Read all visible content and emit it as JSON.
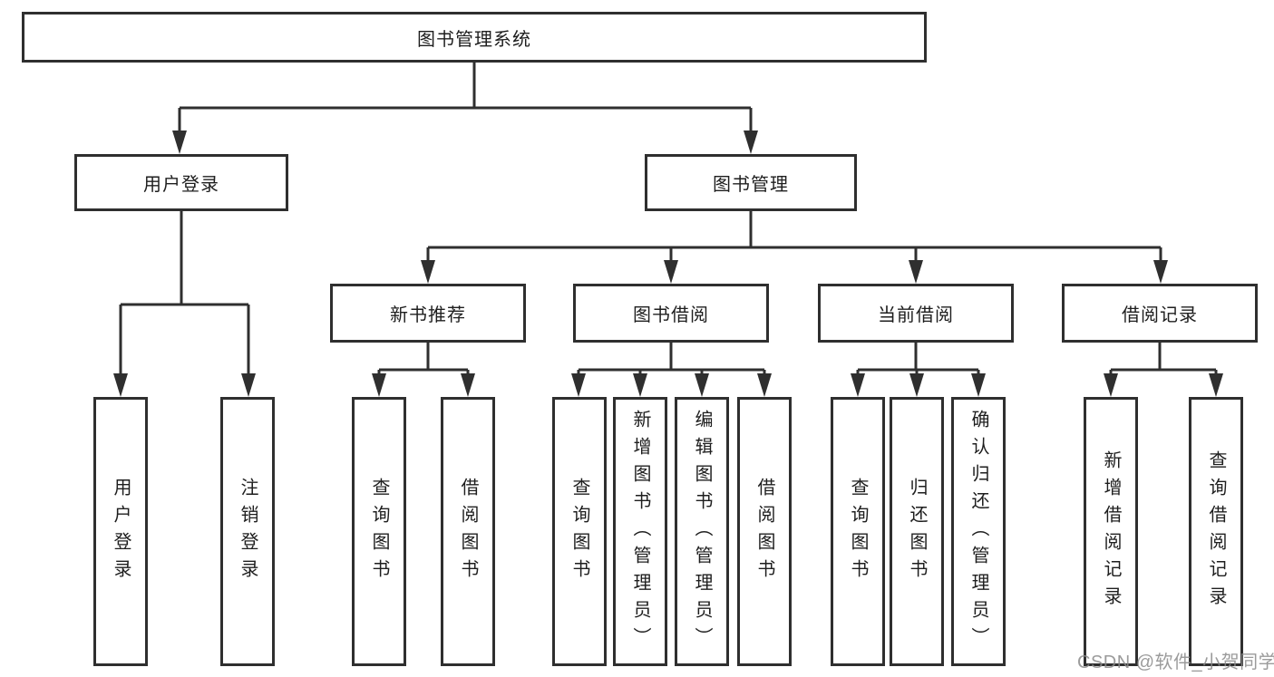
{
  "diagram": {
    "kind": "functional-structure-tree",
    "colors": {
      "background": "#ffffff",
      "box_border": "#2f2f2f",
      "connector_line": "#2f2f2f",
      "text": "#1e1e1e",
      "watermark_text": "#8a8a8a"
    },
    "tree": {
      "root": {
        "label": "图书管理系统",
        "children": [
          {
            "label": "用户登录",
            "children": [
              {
                "label": "用户登录"
              },
              {
                "label": "注销登录"
              }
            ]
          },
          {
            "label": "图书管理",
            "children": [
              {
                "label": "新书推荐",
                "children": [
                  {
                    "label": "查询图书"
                  },
                  {
                    "label": "借阅图书"
                  }
                ]
              },
              {
                "label": "图书借阅",
                "children": [
                  {
                    "label": "查询图书"
                  },
                  {
                    "label": "新增图书（管理员）"
                  },
                  {
                    "label": "编辑图书（管理员）"
                  },
                  {
                    "label": "借阅图书"
                  }
                ]
              },
              {
                "label": "当前借阅",
                "children": [
                  {
                    "label": "查询图书"
                  },
                  {
                    "label": "归还图书"
                  },
                  {
                    "label": "确认归还（管理员）"
                  }
                ]
              },
              {
                "label": "借阅记录",
                "children": [
                  {
                    "label": "新增借阅记录"
                  },
                  {
                    "label": "查询借阅记录"
                  }
                ]
              }
            ]
          }
        ]
      }
    },
    "watermark": {
      "text": "CSDN @软件_小贺同学"
    }
  }
}
